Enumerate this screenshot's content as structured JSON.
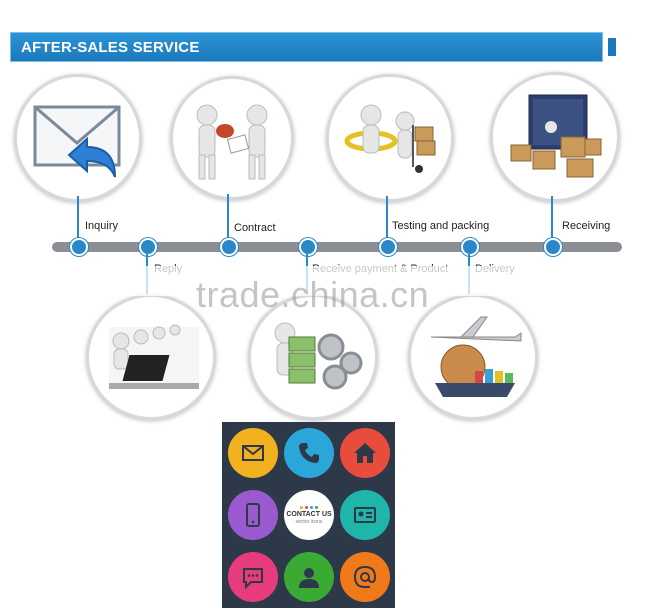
{
  "header": {
    "title": "AFTER-SALES SERVICE"
  },
  "timeline": {
    "top_labels": [
      "Inquiry",
      "Contract",
      "Testing and packing",
      "Receiving"
    ],
    "bottom_labels": [
      "Reply",
      "Receive payment & Product",
      "Delivery"
    ]
  },
  "watermark": "trade.china.cn",
  "contact_grid": {
    "center_title": "CONTACT US",
    "center_sub": "vector icons",
    "icons": [
      "envelope-icon",
      "phone-icon",
      "home-icon",
      "mobile-icon",
      "contact-us-badge",
      "id-card-icon",
      "chat-bubble-icon",
      "user-icon",
      "at-sign-icon"
    ],
    "colors": [
      "#f2b21f",
      "#2aa6d8",
      "#e84c3d",
      "#9b59d0",
      "#ffffff",
      "#1fb5a8",
      "#e63c7c",
      "#3aaa35",
      "#f07a1a"
    ]
  },
  "colors": {
    "accent": "#2a88c8",
    "header": "#1c79bd",
    "timeline": "#8b8e92"
  }
}
